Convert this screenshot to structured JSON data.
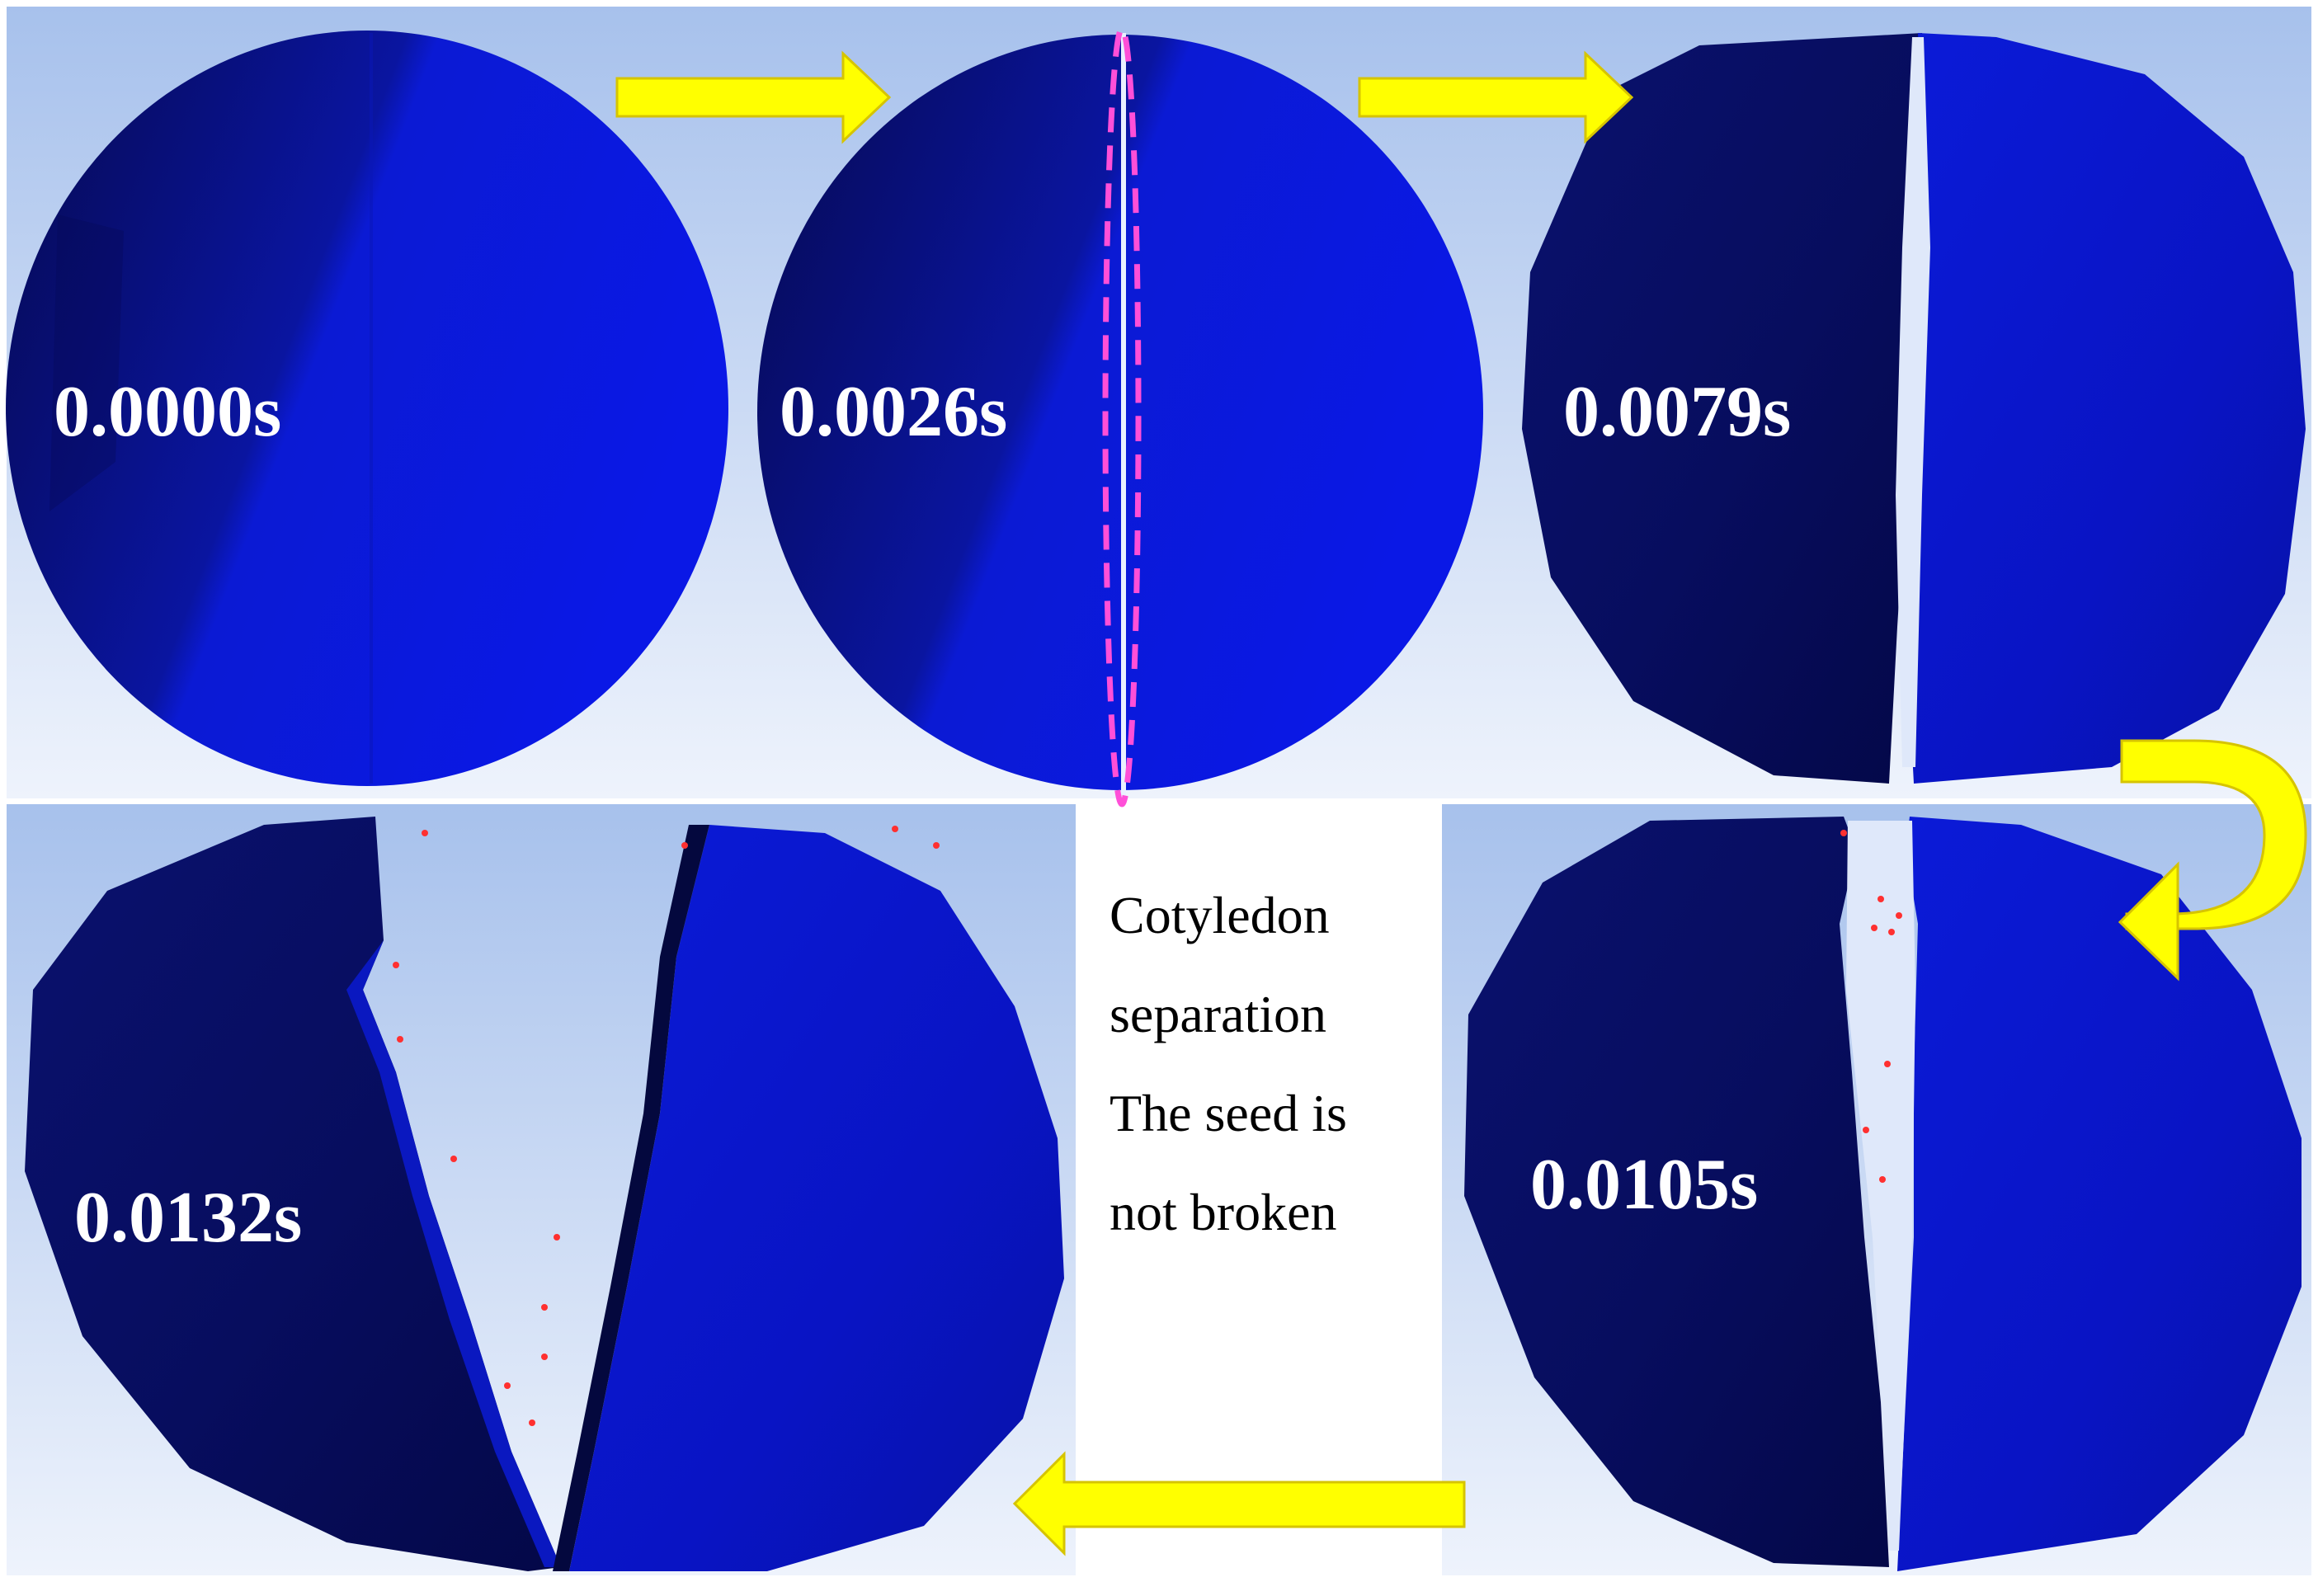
{
  "frames": [
    {
      "time": "0.0000s",
      "stage": "intact"
    },
    {
      "time": "0.0026s",
      "stage": "crack-initiation"
    },
    {
      "time": "0.0079s",
      "stage": "crack-opening"
    },
    {
      "time": "0.0105s",
      "stage": "crack-widening"
    },
    {
      "time": "0.0132s",
      "stage": "separated"
    }
  ],
  "caption": {
    "line1": "Cotyledon",
    "line2": "separation",
    "line3": "The seed is",
    "line4": "not broken"
  },
  "colors": {
    "background_top": "#a7c1ec",
    "background_bottom": "#eef3fc",
    "seed_dark": "#050a55",
    "seed_light": "#0a14e8",
    "arrow": "#ffff00",
    "arrow_outline": "#d6c400",
    "crack_highlight": "#ff4fd8",
    "particles": "#ff3030"
  },
  "icons": {
    "arrow_1": "arrow-right-icon",
    "arrow_2": "arrow-right-icon",
    "arrow_3": "u-turn-arrow-icon",
    "arrow_4": "arrow-left-icon"
  }
}
